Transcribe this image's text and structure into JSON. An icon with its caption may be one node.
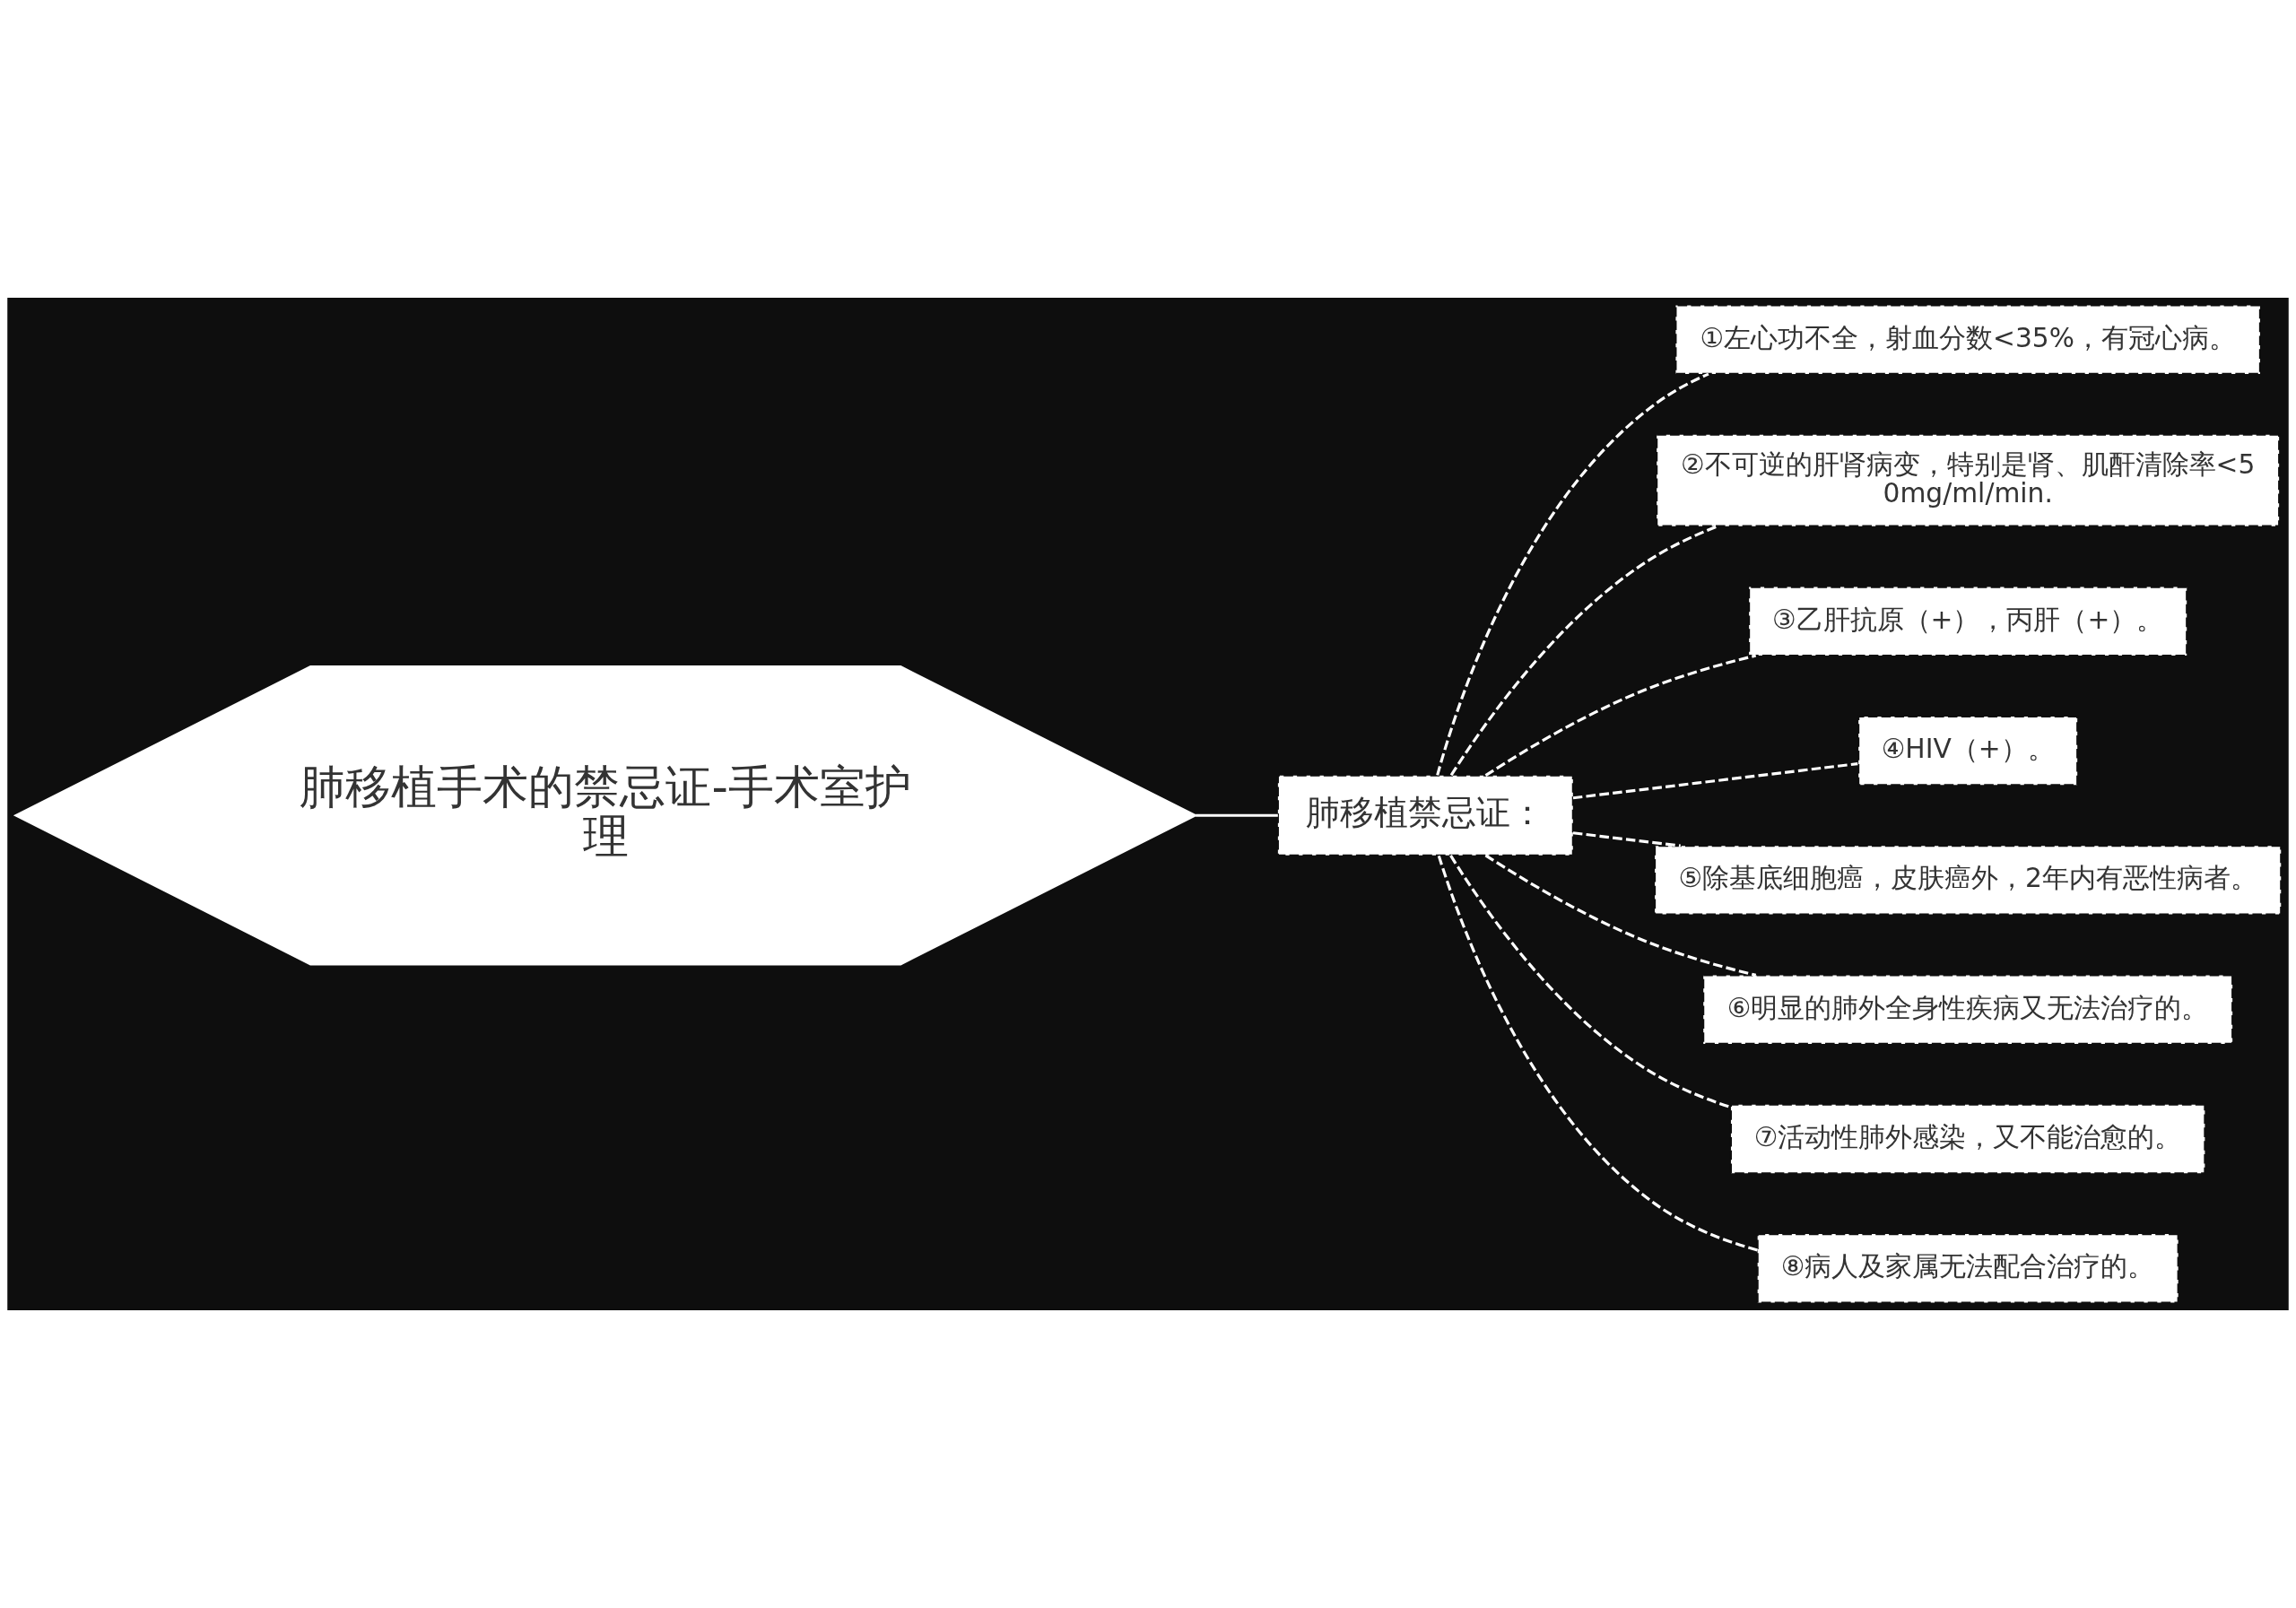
{
  "diagram": {
    "nodes": [
      {
        "text": [
          "肺移植手术的禁忌证-手术室护理"
        ]
      },
      {
        "text": [
          "肺移植禁忌证："
        ]
      },
      {
        "text": [
          "①左心功不全，射血分数<35%，有冠心病。"
        ]
      },
      {
        "text": [
          "②不可逆的肝肾病变，特别是肾、肌酐清除率<50mg/ml/min."
        ]
      },
      {
        "text": [
          "③乙肝抗原（+），丙肝（+）。"
        ]
      },
      {
        "text": [
          "④HIV（+）。"
        ]
      },
      {
        "text": [
          "⑤除基底细胞癌，皮肤癌外，2年内有恶性病者。"
        ]
      },
      {
        "text": [
          "⑥明显的肺外全身性疾病又无法治疗的。"
        ]
      },
      {
        "text": [
          "⑦活动性肺外感染，又不能治愈的。"
        ]
      },
      {
        "text": [
          "⑧病人及家属无法配合治疗的。"
        ]
      }
    ],
    "edges": [
      {
        "from": 0,
        "to": 1,
        "arrow": "none"
      },
      {
        "from": 1,
        "to": 2,
        "arrow": "none",
        "style": "dashed"
      },
      {
        "from": 1,
        "to": 3,
        "arrow": "none",
        "style": "dashed"
      },
      {
        "from": 1,
        "to": 4,
        "arrow": "none",
        "style": "dashed"
      },
      {
        "from": 1,
        "to": 5,
        "arrow": "none",
        "style": "dashed"
      },
      {
        "from": 1,
        "to": 6,
        "arrow": "none",
        "style": "dashed"
      },
      {
        "from": 1,
        "to": 7,
        "arrow": "none",
        "style": "dashed"
      },
      {
        "from": 1,
        "to": 8,
        "arrow": "none",
        "style": "dashed"
      },
      {
        "from": 1,
        "to": 9,
        "arrow": "none",
        "style": "dashed"
      }
    ]
  }
}
